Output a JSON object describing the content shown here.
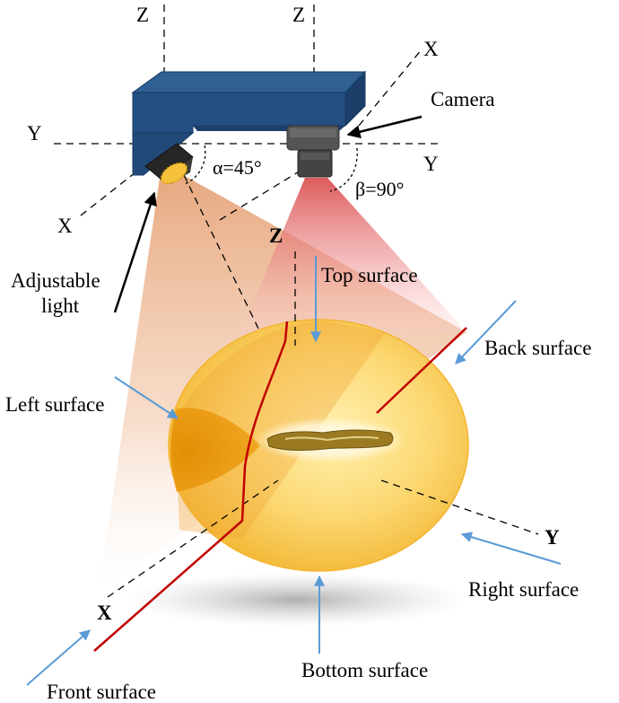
{
  "labels": {
    "z_top_left": "Z",
    "z_top_right": "Z",
    "x_top_right": "X",
    "y_left": "Y",
    "y_right": "Y",
    "x_left": "X",
    "camera": "Camera",
    "alpha": "α=45°",
    "beta": "β=90°",
    "z_mid": "Z",
    "top_surface": "Top surface",
    "adjustable_1": "Adjustable",
    "adjustable_2": "light",
    "back_surface": "Back surface",
    "left_surface": "Left surface",
    "y_axis": "Y",
    "right_surface": "Right surface",
    "x_axis": "X",
    "bottom_surface": "Bottom surface",
    "front_surface": "Front surface"
  },
  "colors": {
    "fixture_top": "#2f5f93",
    "fixture_front": "#234f82",
    "fixture_side": "#1b3f69",
    "fixture_edge": "#173a63",
    "red_line": "#c00000",
    "arrow_blue": "#5b9bd5",
    "sphere_outer": "#f2b632",
    "sphere_inner": "#fde48a",
    "light_beam": "#e8a070",
    "camera_beam": "#e35a5a",
    "defect": "#8a6d1d"
  }
}
